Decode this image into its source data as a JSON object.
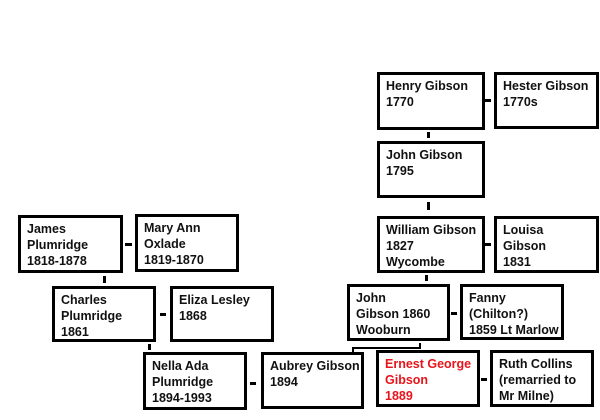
{
  "people": {
    "henry": [
      "Henry Gibson",
      "1770"
    ],
    "hester": [
      "Hester Gibson",
      "1770s"
    ],
    "john1795": [
      "John Gibson",
      "1795"
    ],
    "william": [
      "William Gibson",
      "1827",
      "Wycombe"
    ],
    "louisa": [
      "Louisa",
      "Gibson",
      "1831"
    ],
    "john1860": [
      "John",
      "Gibson 1860",
      "Wooburn"
    ],
    "fanny": [
      "Fanny",
      "(Chilton?)",
      "1859 Lt Marlow"
    ],
    "ernest": [
      "Ernest George",
      "Gibson",
      "1889"
    ],
    "ruth": [
      "Ruth Collins",
      "(remarried to",
      "Mr Milne)"
    ],
    "aubrey": [
      "Aubrey Gibson",
      "1894"
    ],
    "nella": [
      "Nella Ada",
      "Plumridge",
      "1894-1993"
    ],
    "james": [
      "James",
      "Plumridge",
      "1818-1878"
    ],
    "maryann": [
      "Mary Ann",
      "Oxlade",
      "1819-1870"
    ],
    "charles": [
      "Charles",
      "Plumridge",
      "1861"
    ],
    "eliza": [
      "Eliza Lesley",
      "1868"
    ]
  },
  "colors": {
    "highlight": "#e8141b",
    "border": "#000000"
  }
}
